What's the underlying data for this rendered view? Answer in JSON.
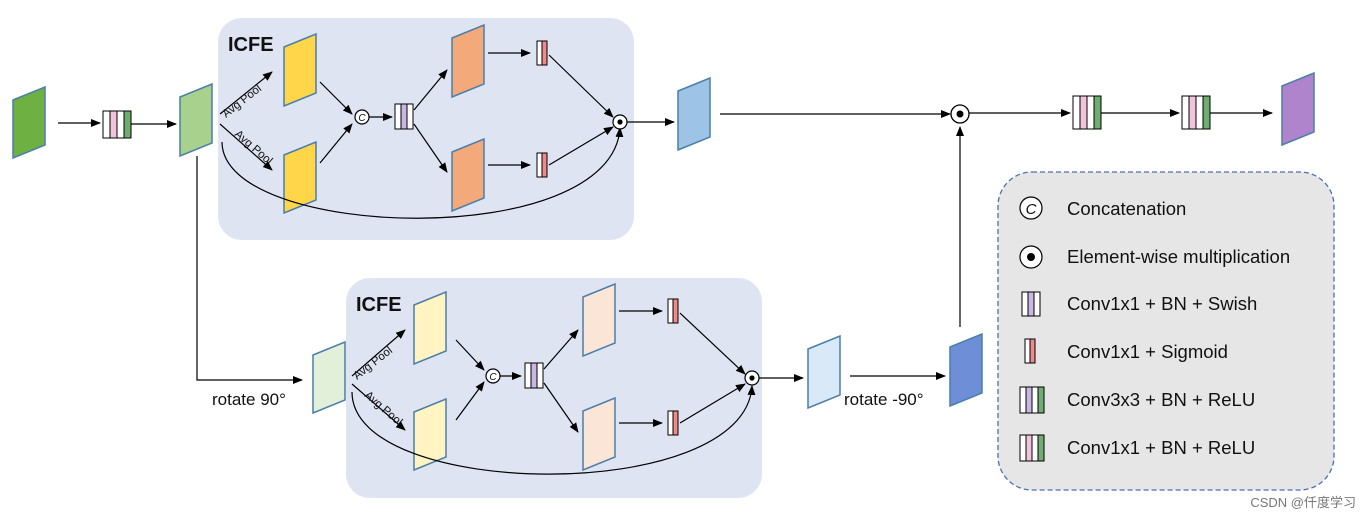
{
  "top_block": {
    "title": "ICFE",
    "pool1": "Avg Pool",
    "pool2": "Avg Pool"
  },
  "bottom_block": {
    "title": "ICFE",
    "pool1": "Avg Pool",
    "pool2": "Avg Pool"
  },
  "labels": {
    "rotate_in": "rotate 90°",
    "rotate_out": "rotate -90°"
  },
  "legend": {
    "items": [
      {
        "symbol": "concat",
        "text": "Concatenation"
      },
      {
        "symbol": "mult",
        "text": "Element-wise multiplication"
      },
      {
        "symbol": "conv-swish",
        "text": "Conv1x1 + BN + Swish"
      },
      {
        "symbol": "conv-sigmoid",
        "text": "Conv1x1 + Sigmoid"
      },
      {
        "symbol": "conv3-relu",
        "text": "Conv3x3 + BN + ReLU"
      },
      {
        "symbol": "conv1-relu",
        "text": "Conv1x1 + BN + ReLU"
      }
    ]
  },
  "watermark": "CSDN @仟度学习",
  "colors": {
    "panel_bg": "#dfe4f3",
    "legend_bg": "#e6e6e6",
    "input_green": "#6fb043",
    "light_green": "#a9d18e",
    "yellow": "#ffd54a",
    "orange": "#f4a97a",
    "blue": "#9dc3e6",
    "pale_yellow": "#fff4c2",
    "pale_orange": "#fbe5d6",
    "pale_blue": "#dae9f8",
    "pale_green": "#e2f0d9",
    "mid_blue": "#6e8fd8",
    "purple": "#b084cc",
    "pink": "#f2c4dc",
    "lavender": "#c9b6e4",
    "red": "#ee8a8a",
    "conv_green": "#70ad70"
  }
}
